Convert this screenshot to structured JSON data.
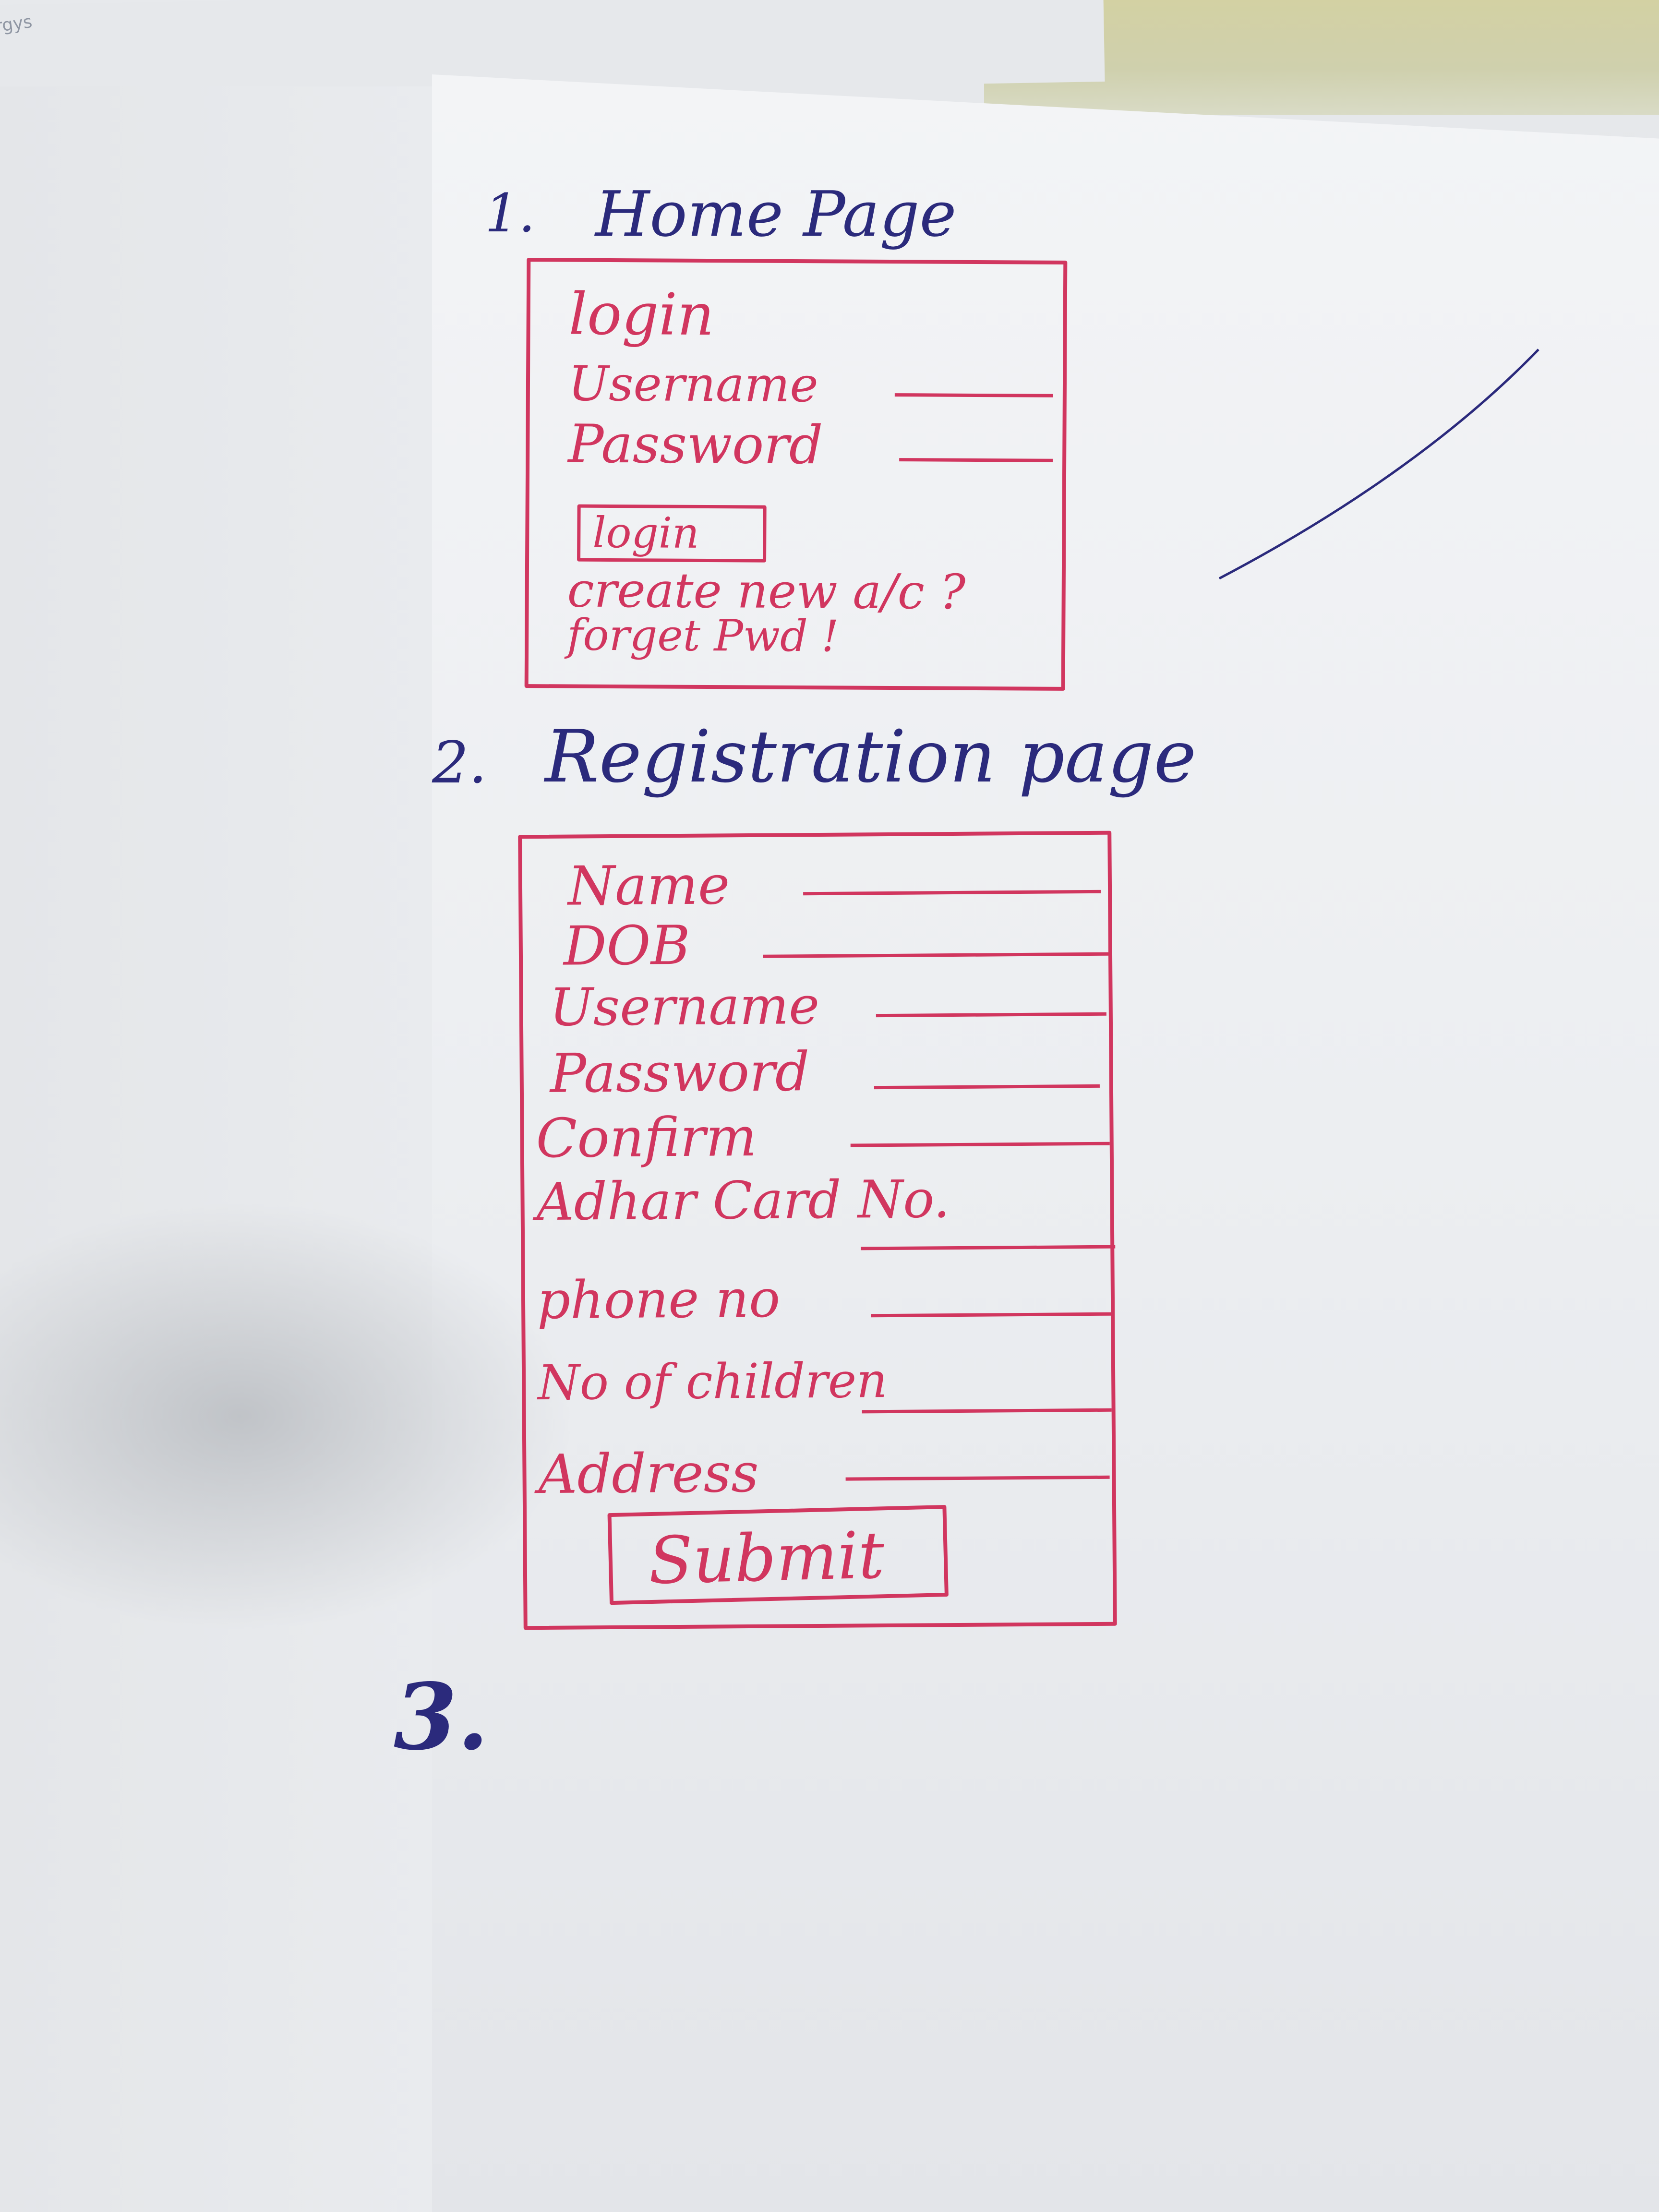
{
  "sections": [
    {
      "number": "1.",
      "title": "Home Page",
      "heading": "login",
      "fields": [
        "Username",
        "Password"
      ],
      "button": "login",
      "links": [
        "create new a/c ?",
        "forget Pwd !"
      ]
    },
    {
      "number": "2.",
      "title": "Registration page",
      "fields": [
        "Name",
        "DOB",
        "Username",
        "Password",
        "Confirm",
        "Adhar Card No.",
        "phone no",
        "No of children",
        "Address"
      ],
      "button": "Submit"
    },
    {
      "number": "3."
    }
  ],
  "corner_fragment": "rgys",
  "colors": {
    "sketch_ink": "#d1365f",
    "heading_ink": "#2b2a7c",
    "paper": "#eceef1"
  }
}
